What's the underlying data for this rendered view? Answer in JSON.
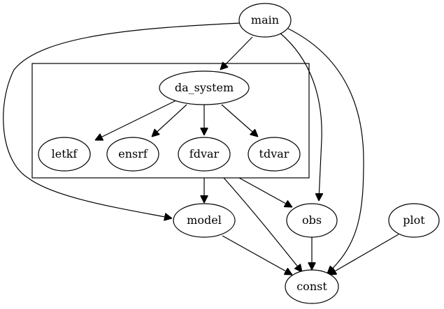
{
  "graph": {
    "cluster": {
      "id": "da_system_cluster"
    },
    "nodes": [
      {
        "id": "main",
        "label": "main"
      },
      {
        "id": "da_system",
        "label": "da_system"
      },
      {
        "id": "letkf",
        "label": "letkf"
      },
      {
        "id": "ensrf",
        "label": "ensrf"
      },
      {
        "id": "fdvar",
        "label": "fdvar"
      },
      {
        "id": "tdvar",
        "label": "tdvar"
      },
      {
        "id": "model",
        "label": "model"
      },
      {
        "id": "obs",
        "label": "obs"
      },
      {
        "id": "plot",
        "label": "plot"
      },
      {
        "id": "const",
        "label": "const"
      }
    ],
    "edges": [
      {
        "from": "main",
        "to": "da_system_cluster"
      },
      {
        "from": "main",
        "to": "model"
      },
      {
        "from": "main",
        "to": "obs"
      },
      {
        "from": "main",
        "to": "const"
      },
      {
        "from": "da_system",
        "to": "letkf"
      },
      {
        "from": "da_system",
        "to": "ensrf"
      },
      {
        "from": "da_system",
        "to": "fdvar"
      },
      {
        "from": "da_system",
        "to": "tdvar"
      },
      {
        "from": "da_system_cluster",
        "to": "model"
      },
      {
        "from": "da_system_cluster",
        "to": "obs"
      },
      {
        "from": "da_system_cluster",
        "to": "const"
      },
      {
        "from": "model",
        "to": "const"
      },
      {
        "from": "obs",
        "to": "const"
      },
      {
        "from": "plot",
        "to": "const"
      }
    ]
  }
}
